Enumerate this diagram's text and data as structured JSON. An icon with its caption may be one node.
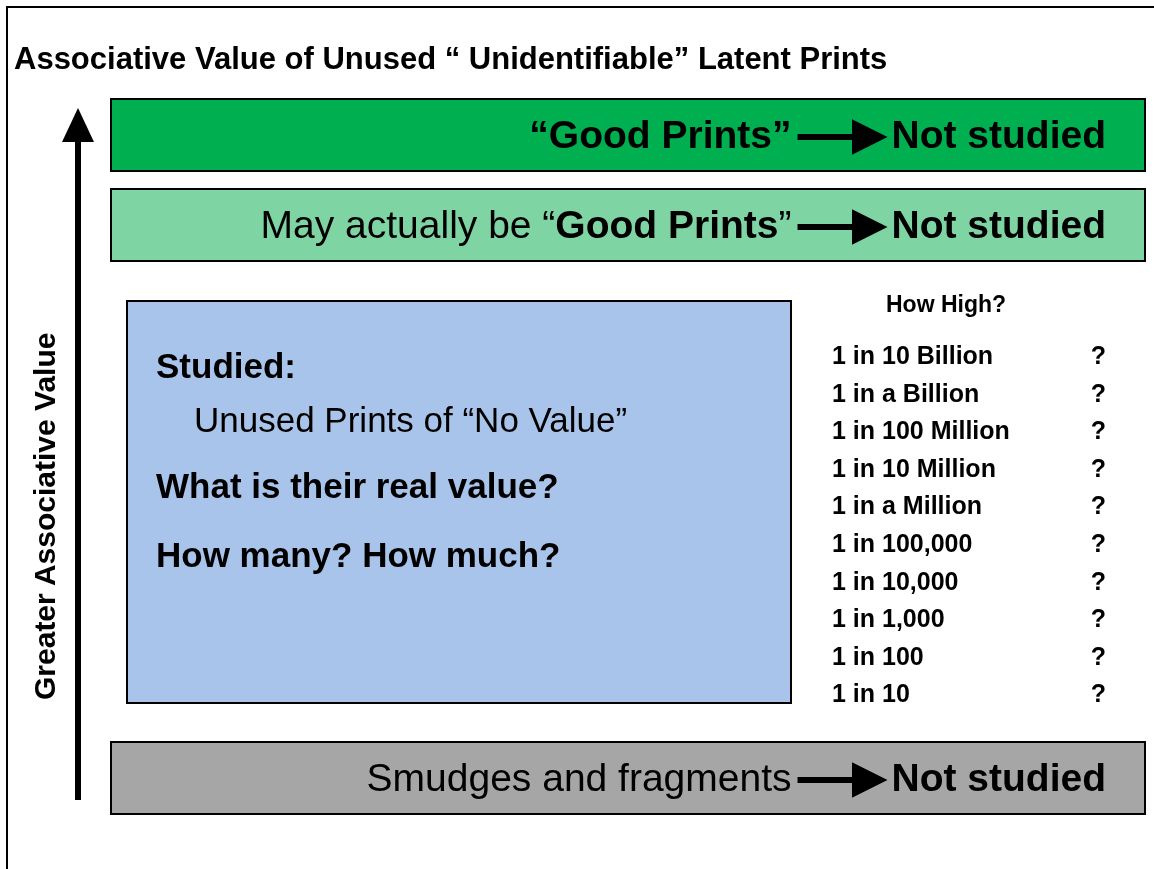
{
  "diagram": {
    "title": "Associative Value of Unused “ Unidentifiable” Latent Prints",
    "nodes": [
      {
        "text": [],
        "shape": "box"
      },
      {
        "text": [
          "“Good Prints”"
        ],
        "in": 0
      },
      {
        "text": [
          "Not studied"
        ],
        "in": 0
      },
      {
        "text": [],
        "shape": "box"
      },
      {
        "text": [
          "May actually be “**Good Prints**”"
        ],
        "in": 3
      },
      {
        "text": [
          "Not studied"
        ],
        "in": 3
      },
      {
        "text": [
          "Studied:",
          "Unused Prints of “No Value”",
          "What is their real value?",
          "How many? How much?"
        ]
      },
      {
        "text": [],
        "shape": "box"
      },
      {
        "text": [
          "Smudges and fragments"
        ],
        "in": 7
      },
      {
        "text": [
          "Not studied"
        ],
        "in": 7
      }
    ],
    "edges": [
      {
        "from": 1,
        "to": 2,
        "arrow": "to"
      },
      {
        "from": 4,
        "to": 5,
        "arrow": "to"
      },
      {
        "from": 8,
        "to": 9,
        "arrow": "to"
      }
    ],
    "labels": [
      "Greater Associative Value",
      "How High?",
      "1 in 10 Billion",
      "?",
      "1 in a Billion",
      "?",
      "1 in 100 Million",
      "?",
      "1 in 10 Million",
      "?",
      "1 in a Million",
      "?",
      "1 in 100,000",
      "?",
      "1 in 10,000",
      "?",
      "1 in 1,000",
      "?",
      "1 in 100",
      "?",
      "1 in 10",
      "?"
    ]
  }
}
